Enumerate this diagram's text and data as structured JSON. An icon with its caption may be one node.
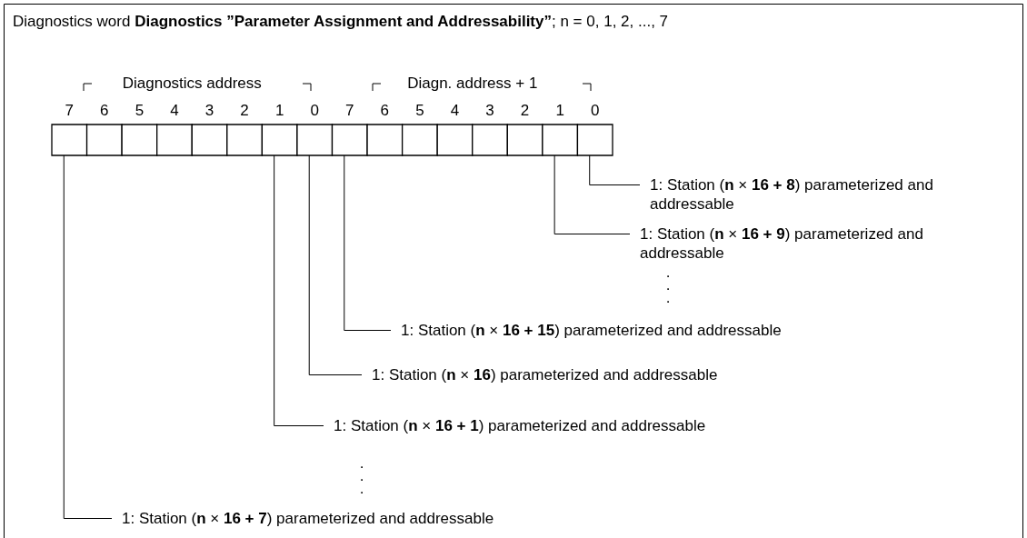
{
  "diagram": {
    "title": "Diagnostics word **Diagnostics ”Parameter Assignment and Addressability”**;  n = 0, 1, 2, ..., 7",
    "nodes": [
      {
        "text": [],
        "shape": "box"
      },
      {
        "text": [],
        "shape": "box"
      },
      {
        "text": [],
        "shape": "box"
      },
      {
        "text": [],
        "shape": "box"
      },
      {
        "text": [],
        "shape": "box"
      },
      {
        "text": [],
        "shape": "box"
      },
      {
        "text": [],
        "shape": "box"
      },
      {
        "text": [],
        "shape": "box"
      },
      {
        "text": [],
        "shape": "box"
      },
      {
        "text": [],
        "shape": "box"
      },
      {
        "text": [],
        "shape": "box"
      },
      {
        "text": [],
        "shape": "box"
      },
      {
        "text": [],
        "shape": "box"
      },
      {
        "text": [],
        "shape": "box"
      },
      {
        "text": [],
        "shape": "box"
      },
      {
        "text": [],
        "shape": "box"
      },
      {
        "text": [
          "1:  Station (**n** × **16 + 8**) parameterized and addressable"
        ]
      },
      {
        "text": [
          "1:  Station (**n** × **16 + 9**) parameterized and addressable"
        ]
      },
      {
        "text": [
          "1: Station (**n** × **16 + 15**) parameterized and addressable"
        ]
      },
      {
        "text": [
          "1: Station (**n** × **16**) parameterized and addressable"
        ]
      },
      {
        "text": [
          "1: Station (**n** × **16 + 1**) parameterized and addressable"
        ]
      },
      {
        "text": [
          "1: Station (**n** × **16 + 7**) parameterized and addressable"
        ]
      }
    ],
    "edges": [
      {
        "from": 16,
        "to": 15,
        "arrow": "none"
      },
      {
        "from": 17,
        "to": 14,
        "arrow": "none"
      },
      {
        "from": 18,
        "to": 8,
        "arrow": "none"
      },
      {
        "from": 19,
        "to": 7,
        "arrow": "none"
      },
      {
        "from": 20,
        "to": 6,
        "arrow": "none"
      },
      {
        "from": 21,
        "to": 0,
        "arrow": "none"
      }
    ],
    "labels": [
      "Diagnostics address",
      "Diagn. address + 1",
      "7",
      "6",
      "5",
      "4",
      "3",
      "2",
      "1",
      "0",
      "7",
      "6",
      "5",
      "4",
      "3",
      "2",
      "1",
      "0",
      ".",
      ".",
      ".",
      ".",
      ".",
      "."
    ]
  }
}
